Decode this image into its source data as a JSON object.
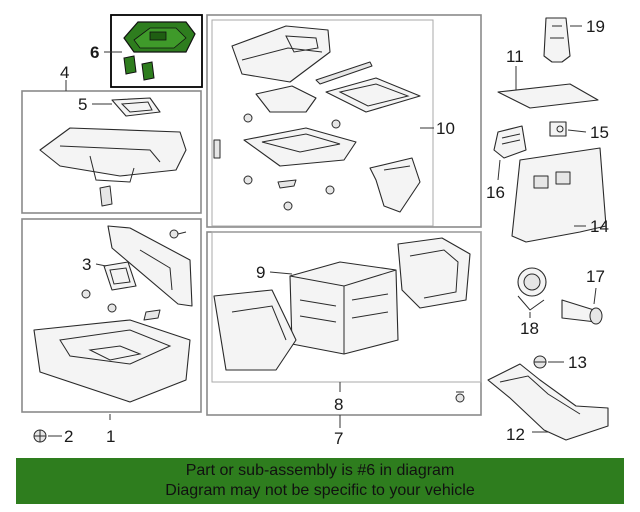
{
  "diagram": {
    "callouts": {
      "c1": "1",
      "c2": "2",
      "c3": "3",
      "c4": "4",
      "c5": "5",
      "c6": "6",
      "c7": "7",
      "c8": "8",
      "c9": "9",
      "c10": "10",
      "c11": "11",
      "c12": "12",
      "c13": "13",
      "c14": "14",
      "c15": "15",
      "c16": "16",
      "c17": "17",
      "c18": "18",
      "c19": "19"
    },
    "highlight_color": "#2e7d1e"
  },
  "banner": {
    "line1": "Part or sub-assembly is #6 in diagram",
    "line2": "Diagram may not be specific to your vehicle"
  }
}
